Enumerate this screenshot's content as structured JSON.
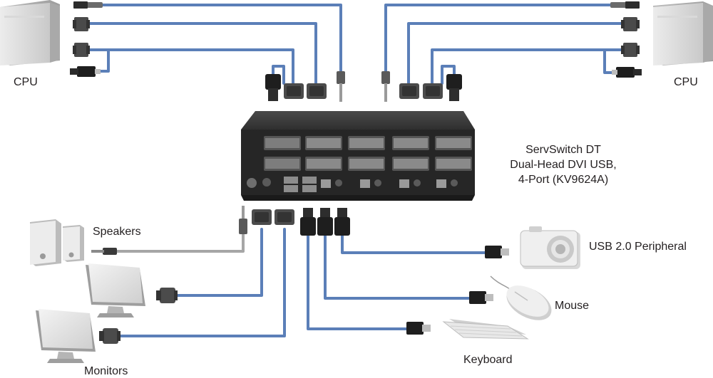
{
  "labels": {
    "cpu_left": "CPU",
    "cpu_right": "CPU",
    "speakers": "Speakers",
    "monitors": "Monitors",
    "usb_peripheral": "USB 2.0 Peripheral",
    "mouse": "Mouse",
    "keyboard": "Keyboard"
  },
  "device": {
    "line1": "ServSwitch DT",
    "line2": "Dual-Head DVI USB,",
    "line3": "4-Port (KV9624A)"
  },
  "colors": {
    "cable_blue": "#5b7fb8",
    "cable_gray": "#a6a6a6",
    "device_body": "#2b2b2b",
    "connector_dark": "#3a3a3a",
    "text": "#231f20"
  }
}
